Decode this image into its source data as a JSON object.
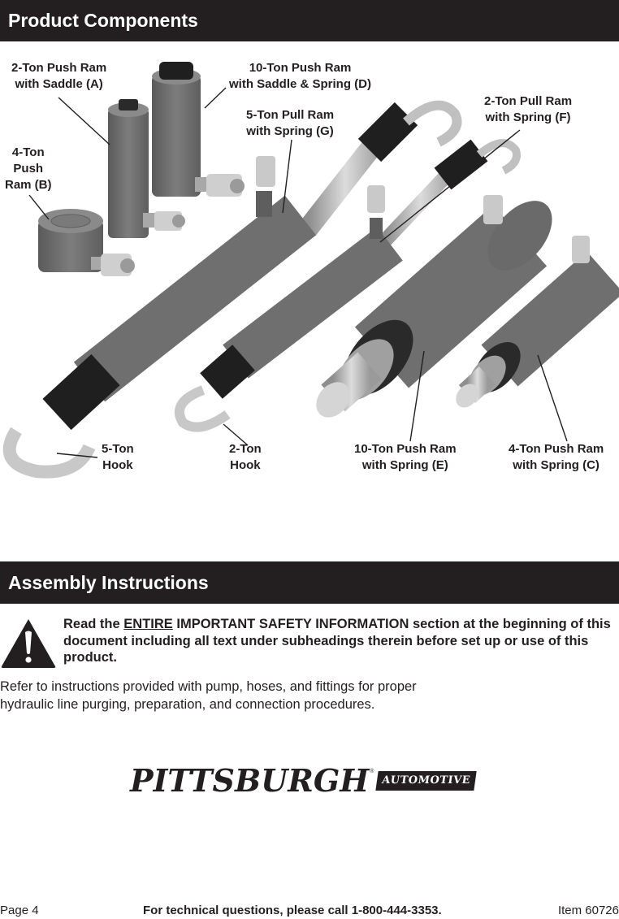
{
  "sections": {
    "components": {
      "title": "Product Components"
    },
    "assembly": {
      "title": "Assembly Instructions"
    }
  },
  "components": {
    "labels": [
      {
        "id": "A",
        "lines": [
          "2-Ton Push Ram",
          "with Saddle (A)"
        ]
      },
      {
        "id": "B",
        "lines": [
          "4-Ton",
          "Push",
          "Ram (B)"
        ]
      },
      {
        "id": "D",
        "lines": [
          "10-Ton Push Ram",
          "with Saddle & Spring (D)"
        ]
      },
      {
        "id": "G",
        "lines": [
          "5-Ton Pull Ram",
          "with Spring (G)"
        ]
      },
      {
        "id": "F",
        "lines": [
          "2-Ton Pull Ram",
          "with Spring (F)"
        ]
      },
      {
        "id": "5hook",
        "lines": [
          "5-Ton",
          "Hook"
        ]
      },
      {
        "id": "2hook",
        "lines": [
          "2-Ton",
          "Hook"
        ]
      },
      {
        "id": "E",
        "lines": [
          "10-Ton Push Ram",
          "with Spring (E)"
        ]
      },
      {
        "id": "C",
        "lines": [
          "4-Ton Push Ram",
          "with Spring (C)"
        ]
      }
    ],
    "colors": {
      "ram_body": "#6f6f6f",
      "ram_dark": "#1f1f1f",
      "steel": "#b9b9b9",
      "coupler": "#c9c9c9"
    }
  },
  "assembly": {
    "warning_icon": "warning-triangle-icon",
    "warning_pre": "Read the ",
    "warning_emph": "ENTIRE",
    "warning_post": " IMPORTANT SAFETY INFORMATION section at the beginning of this document including all text under subheadings therein before set up or use of this product.",
    "body_line1": "Refer to instructions provided with pump, hoses, and fittings for proper",
    "body_line2": "hydraulic line purging, preparation, and connection procedures."
  },
  "logo": {
    "brand": "PITTSBURGH",
    "registered": "®",
    "sub": "AUTOMOTIVE"
  },
  "footer": {
    "page": "Page 4",
    "tech": "For technical questions, please call 1-800-444-3353.",
    "item": "Item 60726"
  }
}
